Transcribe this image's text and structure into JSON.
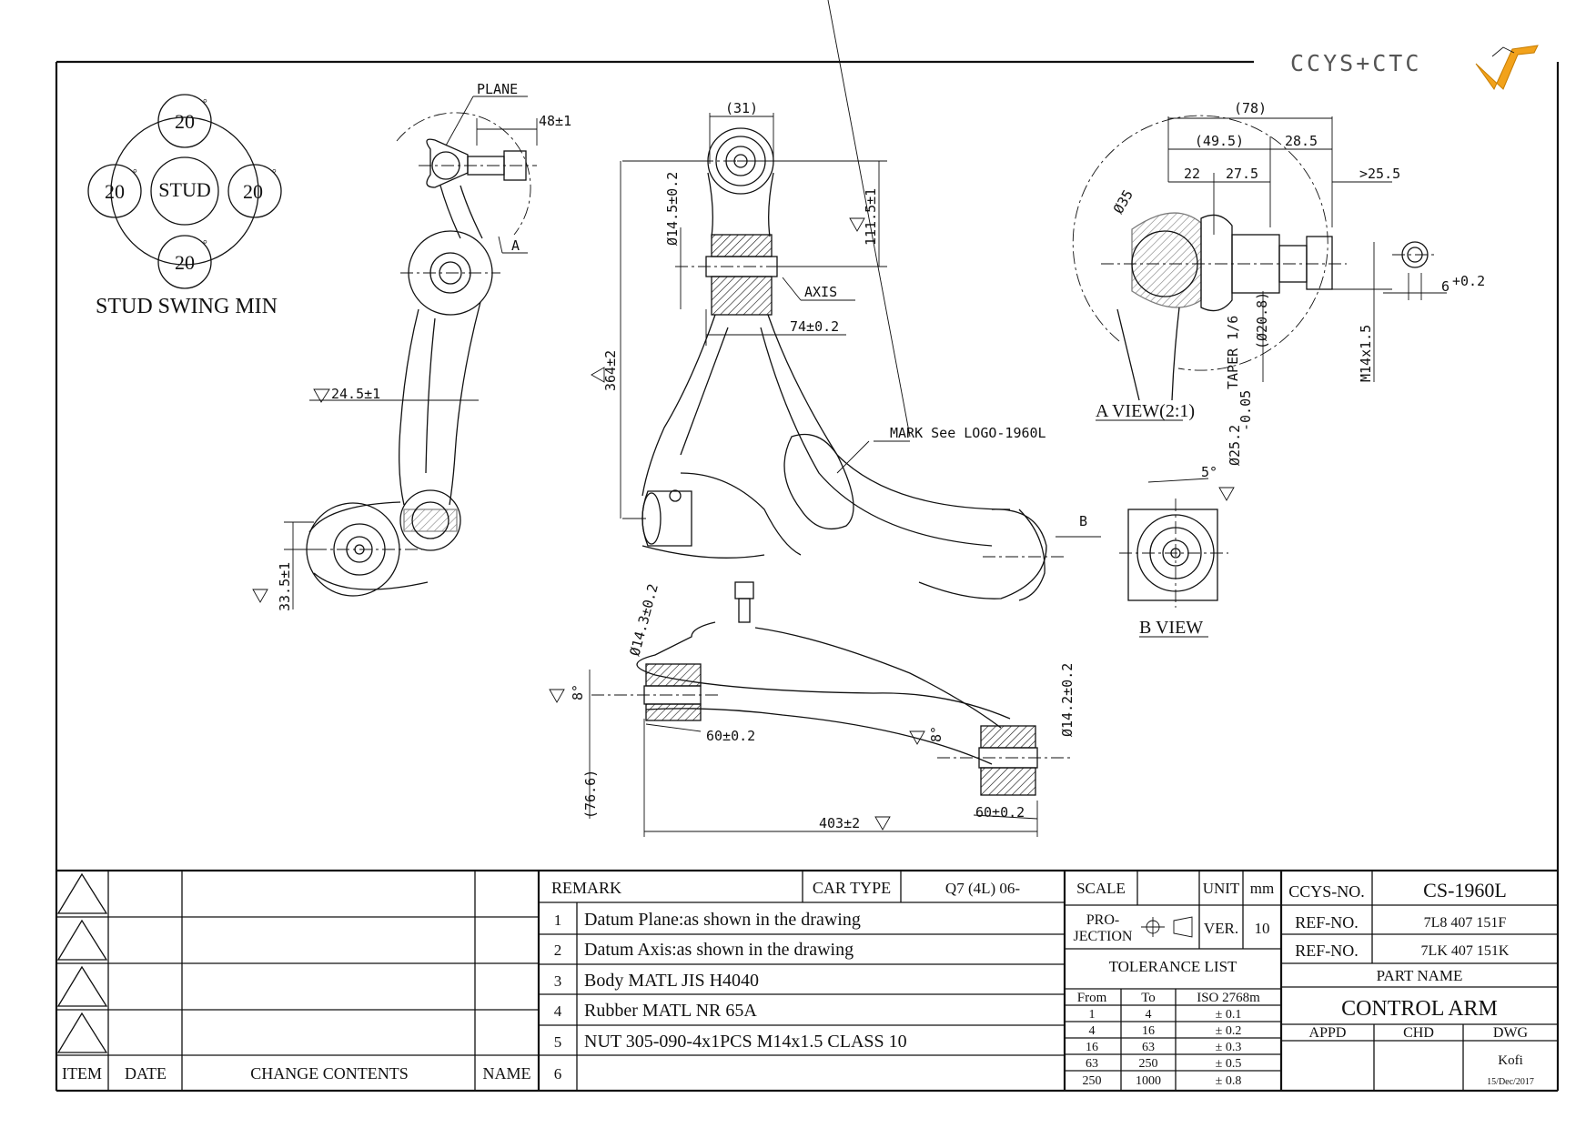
{
  "logo": {
    "text": "CCYS+CTC"
  },
  "stud_swing": {
    "center": "STUD",
    "angles": [
      "20",
      "20",
      "20",
      "20"
    ],
    "degree": "°",
    "caption": "STUD SWING MIN"
  },
  "left_view": {
    "plane": "PLANE",
    "dim_48": "48±1",
    "label_a": "A",
    "dim_245": "24.5±1",
    "dim_335": "33.5±1"
  },
  "front_view": {
    "dim_31": "(31)",
    "dim_145": "Ø14.5±0.2",
    "dim_1115": "111.5±1",
    "axis": "AXIS",
    "dim_74": "74±0.2",
    "dim_364": "364±2",
    "mark": "MARK See LOGO-1960L",
    "label_b": "B"
  },
  "a_view": {
    "dim_78": "(78)",
    "dim_495": "(49.5)",
    "dim_285": "28.5",
    "dim_22": "22",
    "dim_275": "27.5",
    "dim_255": ">25.5",
    "dim_35": "Ø35",
    "taper": "TAPER 1/6",
    "dim_208": "(Ø20.8)",
    "dim_m14": "M14x1.5",
    "dim_252": "Ø25.2",
    "dim_252_tol": "-0.05",
    "dim_6": "6",
    "dim_6_tol": "+0.2",
    "caption": "A VIEW(2:1)"
  },
  "b_view": {
    "angle": "5°",
    "caption": "B VIEW"
  },
  "bottom_view": {
    "dim_143": "Ø14.3±0.2",
    "dim_142": "Ø14.2±0.2",
    "angle_8a": "8°",
    "angle_8b": "8°",
    "dim_60a": "60±0.2",
    "dim_60b": "60±0.2",
    "dim_766": "(76.6)",
    "dim_403": "403±2"
  },
  "revision_block": {
    "headers": [
      "ITEM",
      "DATE",
      "CHANGE CONTENTS",
      "NAME"
    ]
  },
  "remarks": {
    "title": "REMARK",
    "car_type_label": "CAR TYPE",
    "car_type": "Q7 (4L) 06-",
    "items": [
      {
        "no": "1",
        "text": "Datum Plane:as shown in the drawing"
      },
      {
        "no": "2",
        "text": "Datum Axis:as shown in the drawing"
      },
      {
        "no": "3",
        "text": "Body MATL JIS H4040"
      },
      {
        "no": "4",
        "text": "Rubber MATL NR 65A"
      },
      {
        "no": "5",
        "text": "NUT 305-090-4x1PCS M14x1.5 CLASS 10"
      },
      {
        "no": "6",
        "text": ""
      }
    ]
  },
  "title_block": {
    "scale_label": "SCALE",
    "scale_value": "",
    "unit_label": "UNIT",
    "unit_value": "mm",
    "projection_label_1": "PRO-",
    "projection_label_2": "JECTION",
    "ver_label": "VER.",
    "ver_value": "10",
    "tolerance_title": "TOLERANCE LIST",
    "tolerance_headers": [
      "From",
      "To",
      "ISO 2768m"
    ],
    "tolerance_rows": [
      [
        "1",
        "4",
        "± 0.1"
      ],
      [
        "4",
        "16",
        "± 0.2"
      ],
      [
        "16",
        "63",
        "± 0.3"
      ],
      [
        "63",
        "250",
        "± 0.5"
      ],
      [
        "250",
        "1000",
        "± 0.8"
      ]
    ],
    "ccys_label": "CCYS-NO.",
    "ccys_value": "CS-1960L",
    "ref_label": "REF-NO.",
    "ref_1": "7L8 407 151F",
    "ref_2": "7LK 407 151K",
    "part_name_label": "PART NAME",
    "part_name": "CONTROL ARM",
    "appd": "APPD",
    "chd": "CHD",
    "dwg": "DWG",
    "drawer": "Kofi",
    "date": "15/Dec/2017"
  }
}
